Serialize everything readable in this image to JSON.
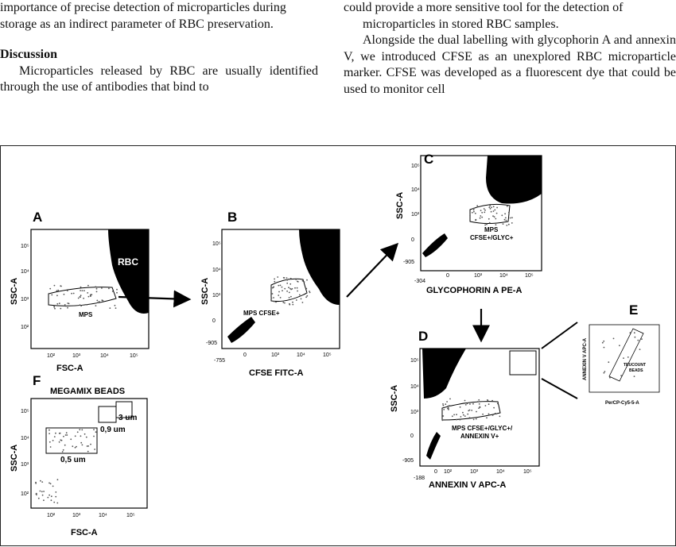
{
  "text": {
    "left_line1": "importance of precise detection of microparticles during",
    "left_line2": "storage as an indirect parameter of RBC preservation.",
    "heading": "Discussion",
    "left_p1": "Microparticles released by RBC are usually identified through the use of antibodies that bind to",
    "right_line1": "could provide a more sensitive tool for the detection of",
    "right_line2": "microparticles in stored RBC samples.",
    "right_p2": "Alongside the dual labelling with glycophorin A and annexin V, we introduced CFSE as an unexplored RBC microparticle marker. CFSE was developed as a fluorescent dye that could be used to monitor cell"
  },
  "figure": {
    "panels": {
      "A": {
        "letter": "A",
        "xlabel": "FSC-A",
        "ylabel": "SSC-A",
        "rbc": "RBC",
        "gate": "MPS",
        "xticks": [
          "10²",
          "10³",
          "10⁴",
          "10⁵"
        ],
        "yticks": [
          "10²",
          "10³",
          "10⁴",
          "10⁵"
        ]
      },
      "B": {
        "letter": "B",
        "xlabel": "CFSE FITC-A",
        "ylabel": "SSC-A",
        "gate": "MPS CFSE+",
        "xticks": [
          "-755",
          "0",
          "10³",
          "10⁴",
          "10⁵"
        ],
        "yticks": [
          "-905",
          "0",
          "10³",
          "10⁴",
          "10⁵"
        ]
      },
      "C": {
        "letter": "C",
        "xlabel": "GLYCOPHORIN A PE-A",
        "ylabel": "SSC-A",
        "gate1": "MPS",
        "gate2": "CFSE+/GLYC+",
        "xticks": [
          "-304",
          "0",
          "10³",
          "10⁴",
          "10⁵"
        ],
        "yticks": [
          "-905",
          "0",
          "10³",
          "10⁴",
          "10⁵"
        ]
      },
      "D": {
        "letter": "D",
        "xlabel": "ANNEXIN V APC-A",
        "ylabel": "SSC-A",
        "gate1": "MPS CFSE+/GLYC+/",
        "gate2": "ANNEXIN V+",
        "xticks": [
          "-188",
          "0",
          "10²",
          "10³",
          "10⁴",
          "10⁵"
        ],
        "yticks": [
          "-905",
          "0",
          "10³",
          "10⁴",
          "10⁵"
        ]
      },
      "E": {
        "letter": "E",
        "xlabel": "PerCP-Cy5-5-A",
        "ylabel": "ANNEXIN V APC-A",
        "gate1": "TRUCOUNT",
        "gate2": "BEADS"
      },
      "F": {
        "letter": "F",
        "title": "MEGAMIX BEADS",
        "xlabel": "FSC-A",
        "ylabel": "SSC-A",
        "g1": "0,5 um",
        "g2": "0,9 um",
        "g3": "3 um",
        "xticks": [
          "10²",
          "10³",
          "10⁴",
          "10⁵"
        ],
        "yticks": [
          "10²",
          "10³",
          "10⁴",
          "10⁵"
        ]
      }
    }
  }
}
